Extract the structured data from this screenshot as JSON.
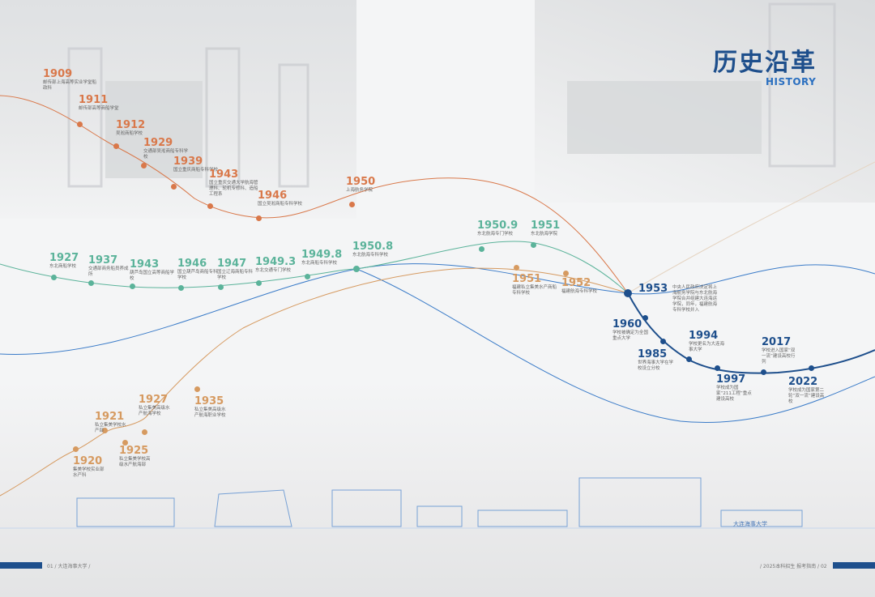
{
  "header": {
    "title": "历史沿革",
    "subtitle": "HISTORY"
  },
  "colors": {
    "orange": "#d9784a",
    "green": "#5bb39a",
    "tan": "#d69a60",
    "blue": "#1e4f8c",
    "lightblue": "#3a7bc8"
  },
  "milestones": {
    "orange": [
      {
        "year": "1909",
        "text": "邮传部上海高等实业学堂船政科"
      },
      {
        "year": "1911",
        "text": "邮传部高等商船学堂"
      },
      {
        "year": "1912",
        "text": "吴淞商船学校"
      },
      {
        "year": "1929",
        "text": "交通部吴淞商船专科学校"
      },
      {
        "year": "1939",
        "text": "国立重庆商船专科学校"
      },
      {
        "year": "1943",
        "text": "国立重庆交通大学航海管理科、轮机专修科、造船工程系"
      },
      {
        "year": "1946",
        "text": "国立吴淞商船专科学校"
      },
      {
        "year": "1950",
        "text": "上海航务学院"
      }
    ],
    "green": [
      {
        "year": "1927",
        "text": "东北商船学校"
      },
      {
        "year": "1937",
        "text": "交通部商务船员养成所"
      },
      {
        "year": "1943",
        "text": "葫芦岛国立高等商船学校"
      },
      {
        "year": "1946",
        "text": "国立葫芦岛商船专科学校"
      },
      {
        "year": "1947",
        "text": "国立辽海商船专科学校"
      },
      {
        "year": "1949.3",
        "text": "东北交通专门学校"
      },
      {
        "year": "1949.8",
        "text": "东北商船专科学校"
      },
      {
        "year": "1950.8",
        "text": "东北航海专科学校"
      },
      {
        "year": "1950.9",
        "text": "东北航海专门学校"
      },
      {
        "year": "1951",
        "text": "东北航海学院"
      }
    ],
    "tan": [
      {
        "year": "1920",
        "text": "集美学校实业部水产科"
      },
      {
        "year": "1921",
        "text": "私立集美学校水产部"
      },
      {
        "year": "1925",
        "text": "私立集美学校高级水产航海部"
      },
      {
        "year": "1927",
        "text": "私立集美高级水产航海学校"
      },
      {
        "year": "1935",
        "text": "私立集美高级水产航海职业学校"
      },
      {
        "year": "1951",
        "text": "福建私立集美水产商船专科学校"
      },
      {
        "year": "1952",
        "text": "福建航海专科学校"
      }
    ],
    "blue": [
      {
        "year": "1953",
        "text": "中央人民政府决定将上海航务学院与东北航海学院合并组建大连海运学院，同年，福建航海专科学校并入"
      },
      {
        "year": "1960",
        "text": "学校被确定为全国重点大学"
      },
      {
        "year": "1985",
        "text": "世界海事大学在学校设立分校"
      },
      {
        "year": "1994",
        "text": "学校更名为大连海事大学"
      },
      {
        "year": "1997",
        "text": "学校成为国家“211工程”重点建设高校"
      },
      {
        "year": "2017",
        "text": "学校进入国家“双一流”建设高校行列"
      },
      {
        "year": "2022",
        "text": "学校成为国家第二轮“双一流”建设高校"
      }
    ]
  },
  "footer": {
    "left": "01 / 大连海事大学 /",
    "right": "/ 2025本科招生 报考指南 / 02",
    "building_sign": "大连海事大学"
  }
}
